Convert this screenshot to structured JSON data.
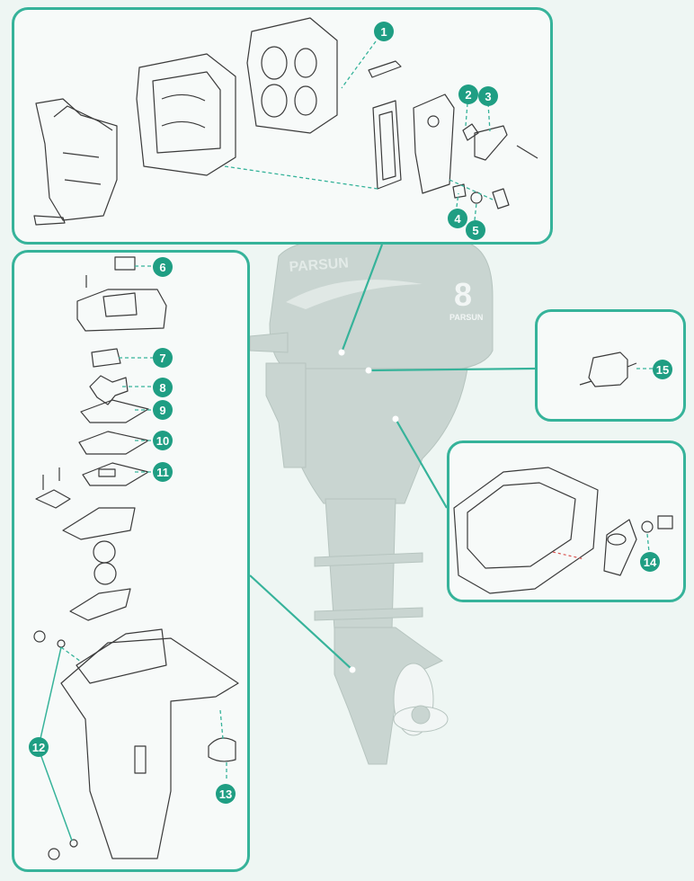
{
  "diagram": {
    "motor_brand": "PARSUN",
    "motor_power": "8",
    "callouts": [
      "1",
      "2",
      "3",
      "4",
      "5",
      "6",
      "7",
      "8",
      "9",
      "10",
      "11",
      "12",
      "13",
      "14",
      "15"
    ]
  },
  "colors": {
    "accent": "#36b39a",
    "callout_fill": "#1f9e83",
    "motor_silhouette": "#c9d5d1",
    "line_art": "#3b3b3b"
  }
}
